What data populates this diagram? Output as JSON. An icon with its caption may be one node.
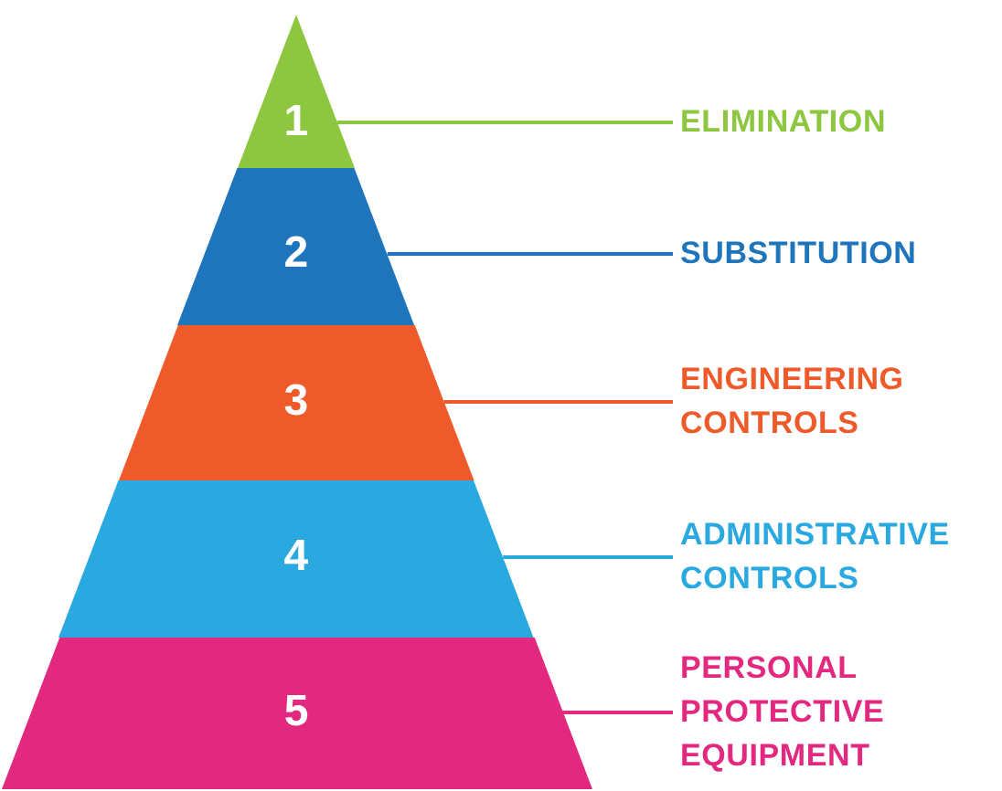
{
  "diagram": {
    "nodes": [
      {
        "text": [
          "1"
        ]
      },
      {
        "text": [
          "2"
        ]
      },
      {
        "text": [
          "3"
        ]
      },
      {
        "text": [
          "4"
        ]
      },
      {
        "text": [
          "5"
        ]
      },
      {
        "text": [
          "ELIMINATION"
        ]
      },
      {
        "text": [
          "SUBSTITUTION"
        ]
      },
      {
        "text": [
          "ENGINEERING CONTROLS"
        ]
      },
      {
        "text": [
          "ADMINISTRATIVE CONTROLS"
        ]
      },
      {
        "text": [
          "PERSONAL PROTECTIVE EQUIPMENT"
        ]
      }
    ],
    "edges": [
      {
        "from": 0,
        "to": 5,
        "arrow": "none",
        "color": "#8dc63f"
      },
      {
        "from": 1,
        "to": 6,
        "arrow": "none",
        "color": "#1f75bc"
      },
      {
        "from": 2,
        "to": 7,
        "arrow": "none",
        "color": "#ef5a2a"
      },
      {
        "from": 3,
        "to": 8,
        "arrow": "none",
        "color": "#29a9e0"
      },
      {
        "from": 4,
        "to": 9,
        "arrow": "none",
        "color": "#e3297f"
      }
    ]
  }
}
